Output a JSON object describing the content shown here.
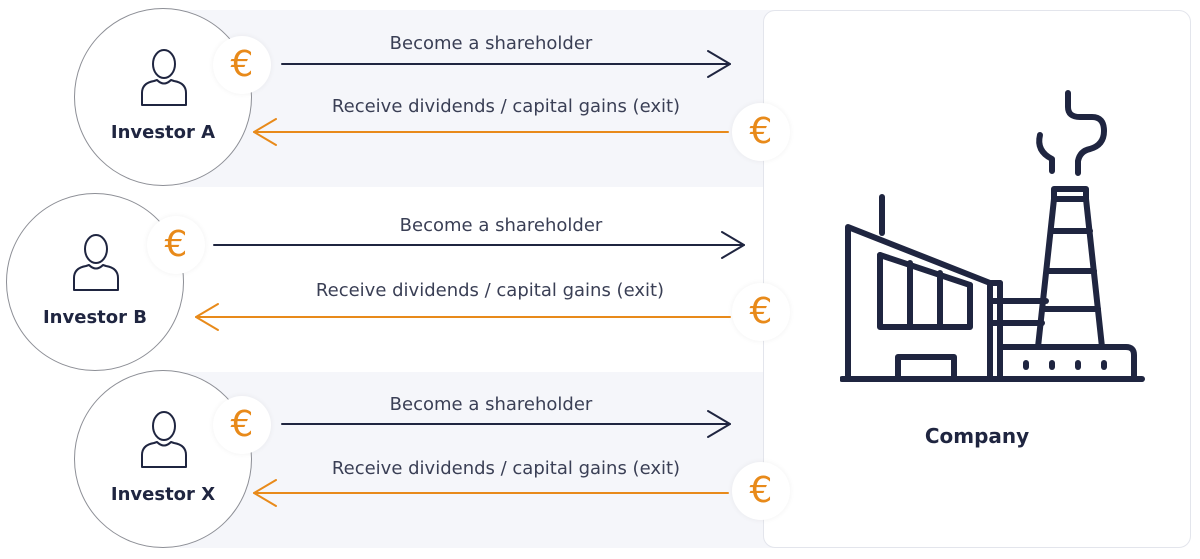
{
  "company": {
    "label": "Company",
    "icon": "factory-icon"
  },
  "investors": [
    {
      "name": "Investor A",
      "icon": "person-icon"
    },
    {
      "name": "Investor B",
      "icon": "person-icon"
    },
    {
      "name": "Investor X",
      "icon": "person-icon"
    }
  ],
  "flows": {
    "to_company_label": "Become a shareholder",
    "to_investor_label": "Receive dividends / capital gains (exit)",
    "currency_symbol": "€"
  },
  "colors": {
    "dark": "#1f2540",
    "accent": "#e88a1a",
    "band": "#f5f6fa"
  }
}
